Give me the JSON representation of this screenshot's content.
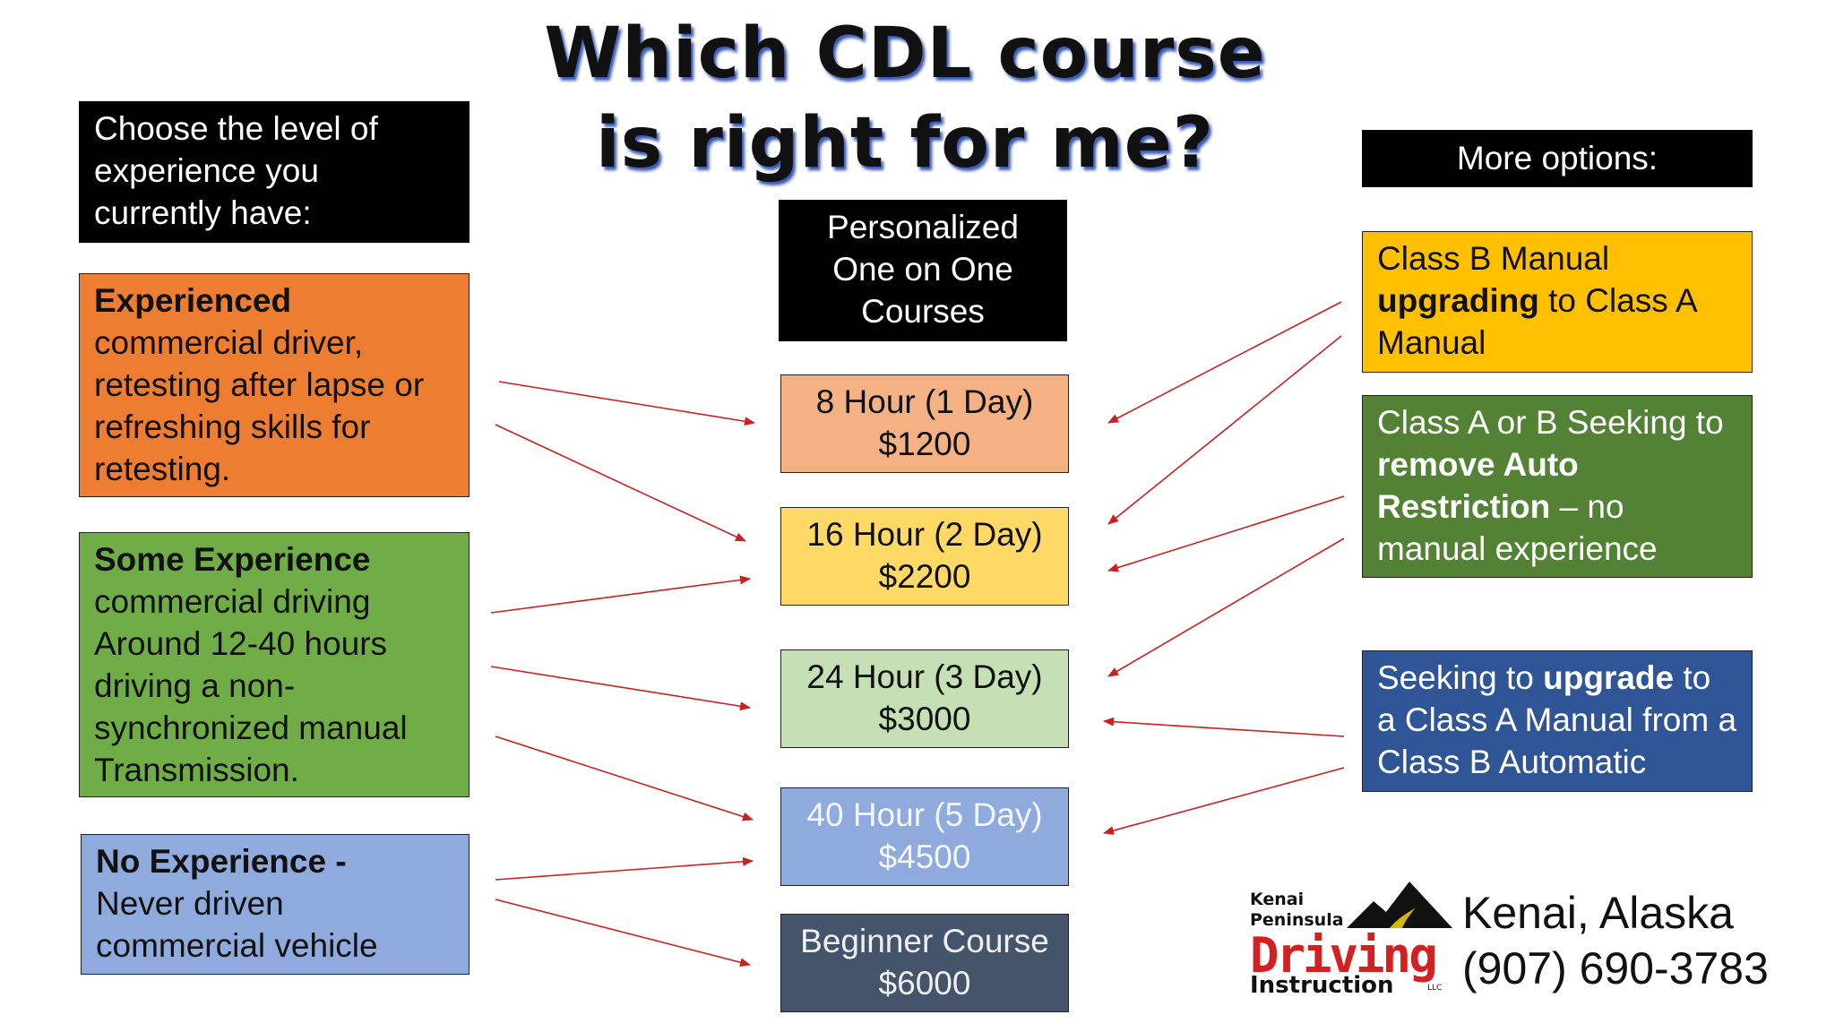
{
  "title": {
    "line1": "Which CDL course",
    "line2": "is right for me?"
  },
  "left": {
    "header": "Choose the level of experience you currently have:",
    "experienced": {
      "bold": "Experienced",
      "text": "commercial driver, retesting after lapse or refreshing skills for retesting."
    },
    "some": {
      "bold": "Some Experience",
      "text": "commercial driving Around 12-40 hours driving a non-synchronized manual Transmission."
    },
    "none": {
      "bold": "No Experience -",
      "text": "Never driven commercial vehicle"
    }
  },
  "center": {
    "header": "Personalized One on One Courses",
    "courses": [
      {
        "name": "8 Hour (1 Day)",
        "price": "$1200"
      },
      {
        "name": "16 Hour (2 Day)",
        "price": "$2200"
      },
      {
        "name": "24 Hour (3 Day)",
        "price": "$3000"
      },
      {
        "name": "40 Hour (5 Day)",
        "price": "$4500"
      },
      {
        "name": "Beginner Course",
        "price": "$6000"
      }
    ]
  },
  "right": {
    "header": "More options:",
    "classb_upgrade": {
      "t1": "Class B Manual ",
      "b1": "upgrading",
      "t2": " to Class A Manual"
    },
    "remove_auto": {
      "t1": "Class A or B Seeking to ",
      "b1": "remove Auto Restriction",
      "t2": " – no manual experience"
    },
    "seeking_upgrade": {
      "t1": "Seeking to ",
      "b1": "upgrade",
      "t2": " to a Class A Manual from a Class B Automatic"
    }
  },
  "logo": {
    "line1": "Kenai",
    "line2": "Peninsula",
    "line3": "Driving",
    "line4": "Instruction",
    "llc": "LLC"
  },
  "contact": {
    "city": "Kenai, Alaska",
    "phone": "(907) 690-3783"
  },
  "colors": {
    "arrow": "#cc1f1f"
  }
}
